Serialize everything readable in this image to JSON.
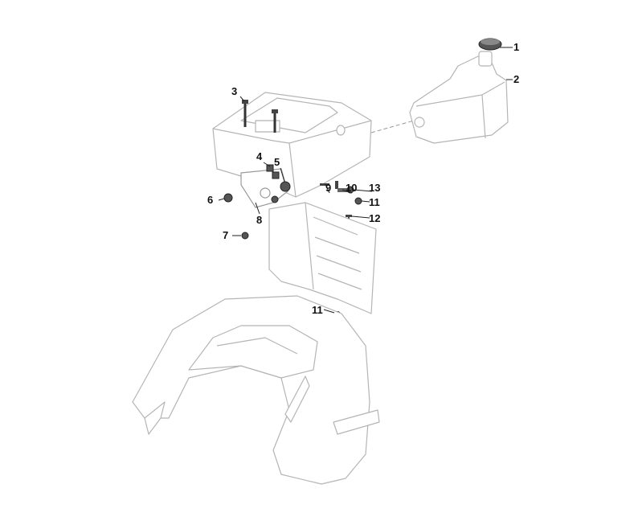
{
  "diagram": {
    "type": "exploded parts diagram",
    "callouts": [
      {
        "id": "c1",
        "label": "1"
      },
      {
        "id": "c2",
        "label": "2"
      },
      {
        "id": "c3",
        "label": "3"
      },
      {
        "id": "c4",
        "label": "4"
      },
      {
        "id": "c5",
        "label": "5"
      },
      {
        "id": "c6",
        "label": "6"
      },
      {
        "id": "c7",
        "label": "7"
      },
      {
        "id": "c8",
        "label": "8"
      },
      {
        "id": "c9",
        "label": "9"
      },
      {
        "id": "c10",
        "label": "10"
      },
      {
        "id": "c13",
        "label": "13"
      },
      {
        "id": "c11a",
        "label": "11"
      },
      {
        "id": "c12",
        "label": "12"
      },
      {
        "id": "c11b",
        "label": "11"
      }
    ]
  }
}
